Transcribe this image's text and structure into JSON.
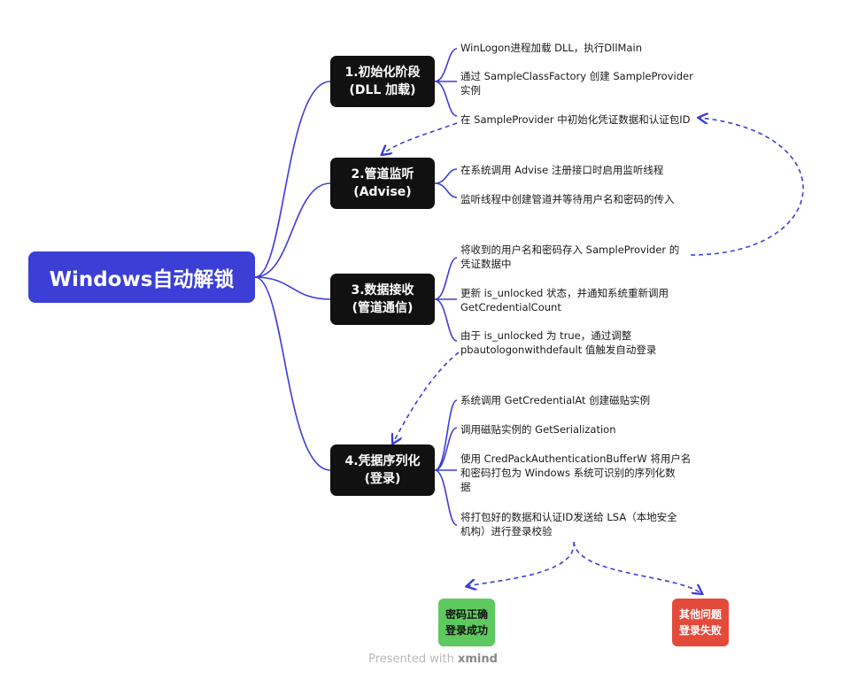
{
  "root": {
    "title": "Windows自动解锁"
  },
  "stages": [
    {
      "line1": "1.初始化阶段",
      "line2": "(DLL 加载)",
      "details": [
        [
          "WinLogon进程加载 DLL，执行DllMain"
        ],
        [
          "通过 SampleClassFactory 创建 SampleProvider",
          "实例"
        ],
        [
          "在 SampleProvider 中初始化凭证数据和认证包ID"
        ]
      ]
    },
    {
      "line1": "2.管道监听",
      "line2": "(Advise)",
      "details": [
        [
          "在系统调用 Advise 注册接口时启用监听线程"
        ],
        [
          "监听线程中创建管道并等待用户名和密码的传入"
        ]
      ]
    },
    {
      "line1": "3.数据接收",
      "line2": "(管道通信)",
      "details": [
        [
          "将收到的用户名和密码存入 SampleProvider 的",
          "凭证数据中"
        ],
        [
          "更新 is_unlocked 状态，并通知系统重新调用",
          "GetCredentialCount"
        ],
        [
          "由于 is_unlocked 为 true，通过调整",
          "pbautologonwithdefault 值触发自动登录"
        ]
      ]
    },
    {
      "line1": "4.凭据序列化",
      "line2": "(登录)",
      "details": [
        [
          "系统调用 GetCredentialAt 创建磁贴实例"
        ],
        [
          "调用磁贴实例的 GetSerialization"
        ],
        [
          "使用 CredPackAuthenticationBufferW 将用户名",
          "和密码打包为 Windows 系统可识别的序列化数",
          "据"
        ],
        [
          "将打包好的数据和认证ID发送给 LSA（本地安全",
          "机构）进行登录校验"
        ]
      ]
    }
  ],
  "results": {
    "success": {
      "line1": "密码正确",
      "line2": "登录成功",
      "color": "#5ec95e"
    },
    "failure": {
      "line1": "其他问题",
      "line2": "登录失败",
      "color": "#e44a3a"
    }
  },
  "footer": {
    "prefix": "Presented with ",
    "brand": "xmind"
  },
  "colors": {
    "connector": "#3b3fd6",
    "root": "#3b3fd6",
    "stage": "#111111"
  }
}
